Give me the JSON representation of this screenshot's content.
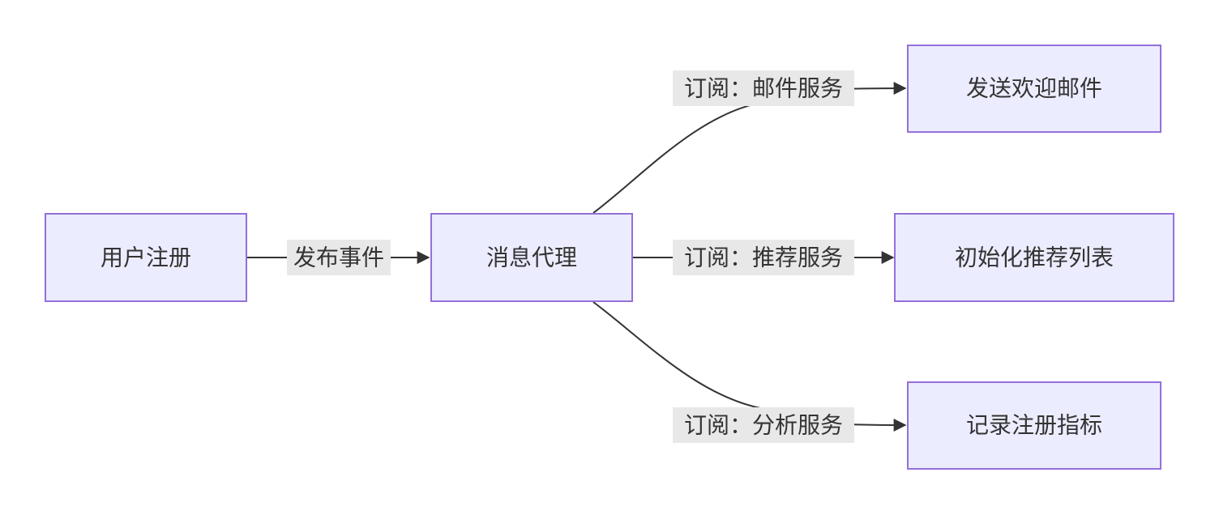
{
  "diagram": {
    "type": "flowchart",
    "direction": "left-to-right",
    "colors": {
      "node_fill": "#ECECFF",
      "node_border": "#9370DB",
      "edge": "#333333",
      "label_background": "#E8E8E8",
      "text": "#333333"
    },
    "nodes": {
      "user_register": "用户注册",
      "message_broker": "消息代理",
      "send_welcome_email": "发送欢迎邮件",
      "init_recommend_list": "初始化推荐列表",
      "record_register_metrics": "记录注册指标"
    },
    "edges": [
      {
        "from": "用户注册",
        "to": "消息代理",
        "label": "发布事件"
      },
      {
        "from": "消息代理",
        "to": "发送欢迎邮件",
        "label": "订阅：邮件服务"
      },
      {
        "from": "消息代理",
        "to": "初始化推荐列表",
        "label": "订阅：推荐服务"
      },
      {
        "from": "消息代理",
        "to": "记录注册指标",
        "label": "订阅：分析服务"
      }
    ]
  }
}
